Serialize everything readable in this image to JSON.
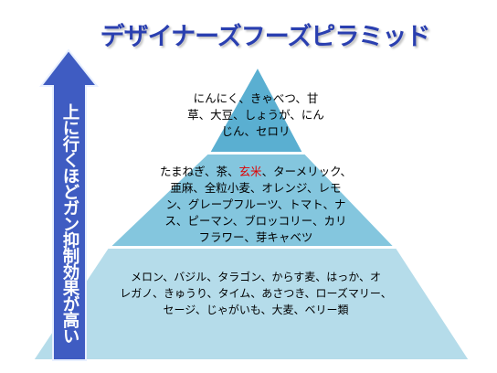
{
  "title": "デザイナーズフーズピラミッド",
  "arrow_label": "上に行くほどガン抑制効果が高い",
  "colors": {
    "title": "#2a3fb0",
    "arrow_fill": "#3f5cc2",
    "tier_top": "#5aafd1",
    "tier_middle": "#84c6de",
    "tier_bottom": "#b5dcea",
    "highlight": "#e00000"
  },
  "tiers": {
    "top": {
      "lines": [
        "にんにく、きゃべつ、甘",
        "草、大豆、しょうが、にん",
        "じん、セロリ"
      ]
    },
    "middle": {
      "line1_before": "たまねぎ、茶、",
      "line1_highlight": "玄米",
      "line1_after": "、ターメリック、",
      "lines_rest": [
        "亜麻、全粒小麦、オレンジ、レモ",
        "ン、グレープフルーツ、トマト、ナ",
        "ス、ピーマン、ブロッコリー、カリ",
        "フラワー、芽キャベツ"
      ]
    },
    "bottom": {
      "lines": [
        "メロン、バジル、タラゴン、からす麦、はっか、オ",
        "レガノ、きゅうり、タイム、あさつき、ローズマリー、",
        "セージ、じゃがいも、大麦、ベリー類"
      ]
    }
  }
}
